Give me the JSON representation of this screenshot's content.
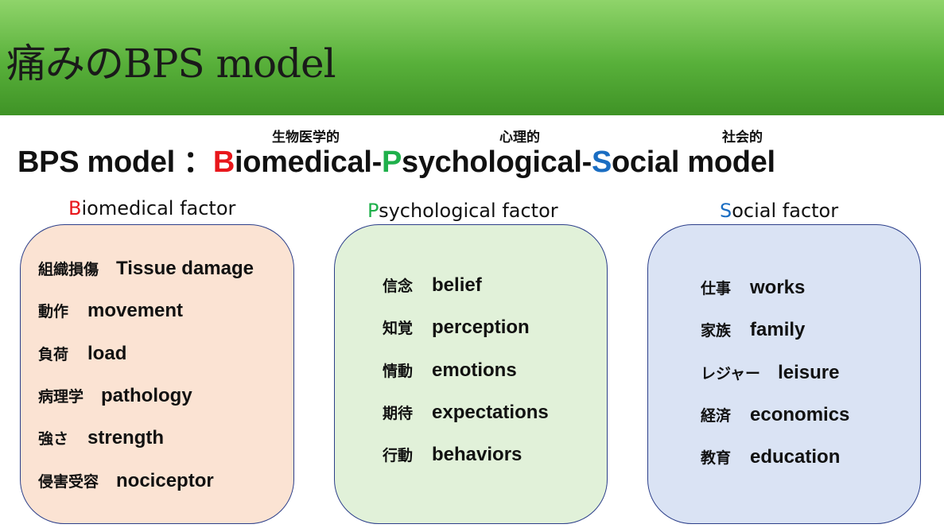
{
  "slide": {
    "title": "痛みのBPS model",
    "ruby": {
      "bio": "生物医学的",
      "psy": "心理的",
      "soc": "社会的"
    },
    "headline": {
      "prefix": "BPS model ：",
      "b_letter": "B",
      "b_rest": "iomedical-",
      "p_letter": "P",
      "p_rest": "sychological-",
      "s_letter": "S",
      "s_rest": "ocial model"
    },
    "columns": {
      "bio": {
        "title_letter": "B",
        "title_rest": "iomedical factor",
        "items": [
          {
            "jp": "組織損傷",
            "en": "Tissue damage"
          },
          {
            "jp": "動作",
            "en": "movement"
          },
          {
            "jp": "負荷",
            "en": "load"
          },
          {
            "jp": "病理学",
            "en": "pathology"
          },
          {
            "jp": "強さ",
            "en": "strength"
          },
          {
            "jp": "侵害受容",
            "en": "nociceptor"
          }
        ]
      },
      "psy": {
        "title_letter": "P",
        "title_rest": "sychological factor",
        "items": [
          {
            "jp": "信念",
            "en": "belief"
          },
          {
            "jp": "知覚",
            "en": "perception"
          },
          {
            "jp": "情動",
            "en": "emotions"
          },
          {
            "jp": "期待",
            "en": "expectations"
          },
          {
            "jp": "行動",
            "en": "behaviors"
          }
        ]
      },
      "soc": {
        "title_letter": "S",
        "title_rest": "ocial factor",
        "items": [
          {
            "jp": "仕事",
            "en": "works"
          },
          {
            "jp": "家族",
            "en": "family"
          },
          {
            "jp": "レジャー",
            "en": "leisure"
          },
          {
            "jp": "経済",
            "en": "economics"
          },
          {
            "jp": "教育",
            "en": "education"
          }
        ]
      }
    },
    "colors": {
      "header_green": "#58b03a",
      "accent_red": "#e8161b",
      "accent_green": "#1fb04b",
      "accent_blue": "#1a6dc2",
      "bio_panel": "#fbe3d3",
      "psy_panel": "#e1f1d9",
      "soc_panel": "#dae3f4"
    }
  }
}
